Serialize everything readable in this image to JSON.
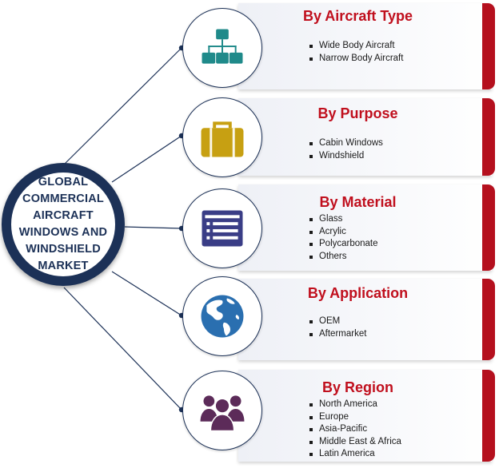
{
  "hub": {
    "line1": "GLOBAL",
    "line2": "COMMERCIAL",
    "line3": "AIRCRAFT",
    "line4": "WINDOWS AND",
    "line5": "WINDSHIELD",
    "line6": "MARKET"
  },
  "segments": [
    {
      "title": "By Aircraft Type",
      "icon": "hierarchy-icon",
      "icon_color": "#1f8a8a",
      "items": [
        "Wide Body Aircraft",
        "Narrow Body Aircraft"
      ]
    },
    {
      "title": "By Purpose",
      "icon": "briefcase-icon",
      "icon_color": "#c7a012",
      "items": [
        "Cabin Windows",
        "Windshield"
      ]
    },
    {
      "title": "By Material",
      "icon": "list-document-icon",
      "icon_color": "#3a3d86",
      "items": [
        "Glass",
        "Acrylic",
        "Polycarbonate",
        "Others"
      ]
    },
    {
      "title": "By Application",
      "icon": "globe-icon",
      "icon_color": "#2a6fb0",
      "items": [
        "OEM",
        "Aftermarket"
      ]
    },
    {
      "title": "By Region",
      "icon": "people-group-icon",
      "icon_color": "#5c2b59",
      "items": [
        "North America",
        "Europe",
        "Asia-Pacific",
        "Middle East & Africa",
        "Latin America"
      ]
    }
  ],
  "colors": {
    "navy": "#1c3157",
    "accent_red": "#c00f1d",
    "panel_tab": "#b5101e"
  }
}
